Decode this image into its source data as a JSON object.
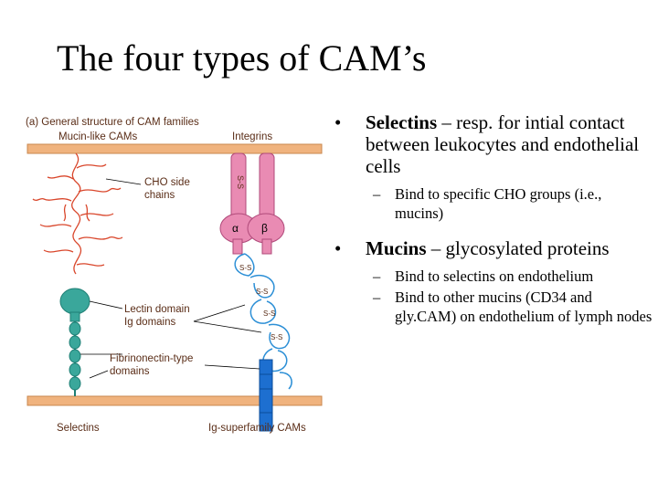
{
  "slide": {
    "title": "The four types of CAM’s"
  },
  "figure": {
    "caption": "(a) General structure of CAM families",
    "labels": {
      "mucin_like": "Mucin-like CAMs",
      "integrins": "Integrins",
      "cho_chains_1": "CHO side",
      "cho_chains_2": "chains",
      "alpha": "α",
      "beta": "β",
      "lectin": "Lectin domain",
      "ig": "Ig domains",
      "fn_1": "Fibrinonectin-type",
      "fn_2": "domains",
      "selectins": "Selectins",
      "ig_superfamily": "Ig-superfamily CAMs",
      "ss": "S-S"
    },
    "colors": {
      "membrane": "#f0b37e",
      "membrane_edge": "#c9874e",
      "cho": "#d9462b",
      "integrin": "#e98bb3",
      "integrin_edge": "#b04a7a",
      "selectin": "#3aa79b",
      "ig_domain": "#2c8fd6",
      "fn_domain": "#1d6fd0",
      "label_text": "#5a2d17"
    }
  },
  "bullets": [
    {
      "bold": "Selectins",
      "text": " – resp. for intial contact between leukocytes and endothelial cells",
      "sub": [
        "Bind to specific CHO groups (i.e., mucins)"
      ]
    },
    {
      "bold": "Mucins",
      "text": " – glycosylated proteins",
      "sub": [
        "Bind to selectins on endothelium",
        "Bind to other mucins (CD34 and gly.CAM) on endothelium of lymph nodes"
      ]
    }
  ],
  "symbols": {
    "bullet": "•",
    "dash": "–"
  }
}
